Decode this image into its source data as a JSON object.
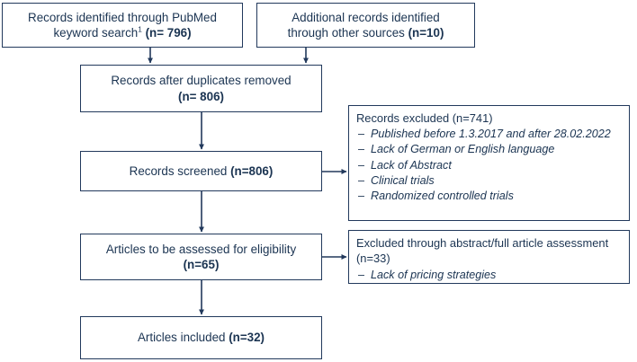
{
  "diagram": {
    "title": "PRISMA study selection flow diagram",
    "type": "flowchart",
    "colors": {
      "border": "#22395c",
      "text": "#1b3452",
      "background": "#ffffff"
    },
    "nodes": {
      "pubmed": {
        "line1": "Records identified through PubMed",
        "line2_prefix": "keyword search",
        "line2_superscript": "1",
        "line2_count": "(n= 796)"
      },
      "additional": {
        "line1": "Additional records identified",
        "line2_prefix": "through other sources ",
        "line2_count": "(n=10)"
      },
      "duplicates": {
        "line1": "Records after duplicates removed",
        "line2_count": "(n= 806)"
      },
      "screened": {
        "line1_prefix": "Records screened ",
        "line1_count": "(n=806)"
      },
      "eligibility": {
        "line1": "Articles to be assessed for eligibility",
        "line2_count": "(n=65)"
      },
      "included": {
        "line1_prefix": "Articles included ",
        "line1_count": "(n=32)"
      },
      "excluded_records": {
        "heading": "Records excluded (n=741)",
        "items": [
          "Published before 1.3.2017 and after 28.02.2022",
          "Lack of German or English language",
          "Lack of Abstract",
          "Clinical trials",
          "Randomized controlled trials"
        ]
      },
      "excluded_abstract": {
        "heading": "Excluded through abstract/full article assessment (n=33)",
        "items": [
          "Lack of pricing strategies"
        ]
      }
    }
  }
}
